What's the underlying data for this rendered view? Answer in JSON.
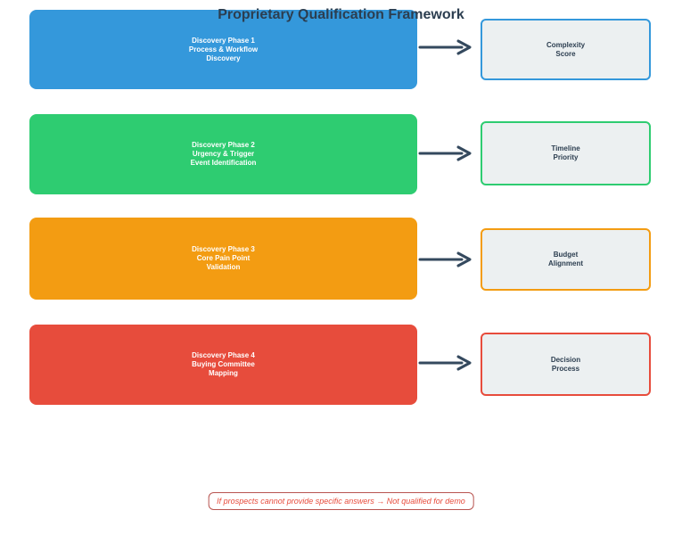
{
  "title": "Proprietary Qualification Framework",
  "note": "If prospects cannot provide specific answers → Not qualified for demo",
  "colors": {
    "arrow": "#34495e",
    "title_text": "#2c3e50",
    "result_fill": "#ecf0f1",
    "note_text": "#e74c3c",
    "note_border": "#b85450"
  },
  "rows": [
    {
      "color": "#3498db",
      "phase_lines": [
        "Discovery Phase 1",
        "Process & Workflow",
        "Discovery"
      ],
      "result_lines": [
        "Complexity",
        "Score"
      ]
    },
    {
      "color": "#2ecc71",
      "phase_lines": [
        "Discovery Phase 2",
        "Urgency & Trigger",
        "Event Identification"
      ],
      "result_lines": [
        "Timeline",
        "Priority"
      ]
    },
    {
      "color": "#f39c12",
      "phase_lines": [
        "Discovery Phase 3",
        "Core Pain Point",
        "Validation"
      ],
      "result_lines": [
        "Budget",
        "Alignment"
      ]
    },
    {
      "color": "#e74c3c",
      "phase_lines": [
        "Discovery Phase 4",
        "Buying Committee",
        "Mapping"
      ],
      "result_lines": [
        "Decision",
        "Process"
      ]
    }
  ]
}
